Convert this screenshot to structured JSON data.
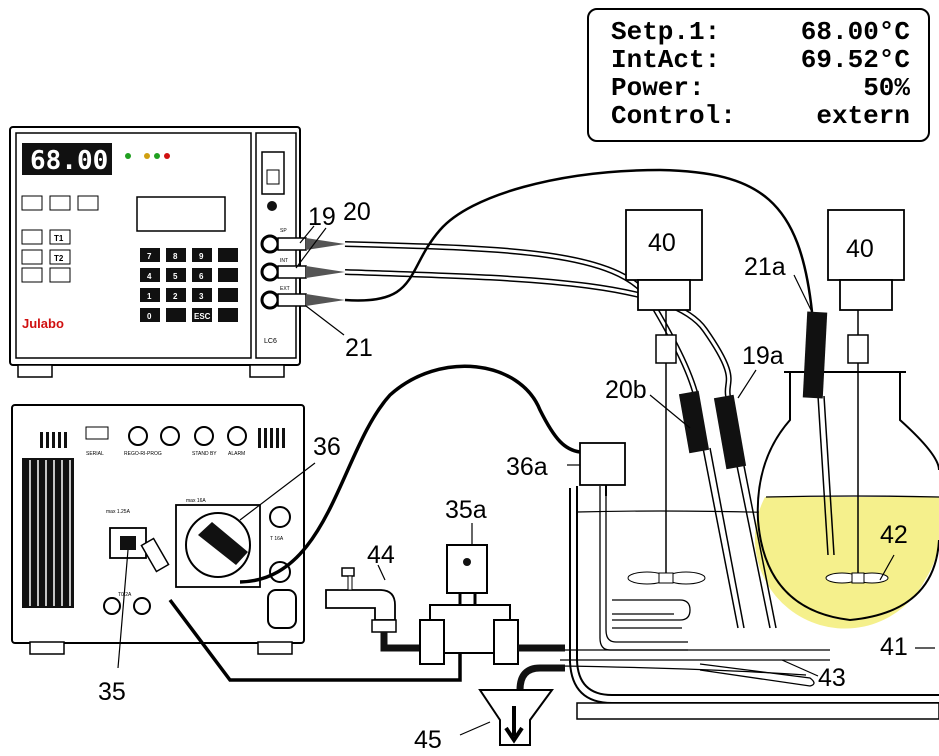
{
  "display": {
    "rows": [
      {
        "label": "Setp.1:",
        "value": "68.00°C"
      },
      {
        "label": "IntAct:",
        "value": "69.52°C"
      },
      {
        "label": "Power:",
        "value": "50%"
      },
      {
        "label": "Control:",
        "value": "extern"
      }
    ]
  },
  "controller": {
    "brand": "Julabo",
    "seg_readout": "68.00",
    "model": "LC6",
    "keys": [
      "T1",
      "T2",
      "7",
      "8",
      "9",
      "4",
      "5",
      "6",
      "1",
      "2",
      "3",
      "0",
      "ESC"
    ],
    "jack_labels": [
      "SP",
      "INT",
      "EXT"
    ]
  },
  "unit": {
    "port_labels": [
      "SERIAL",
      "REGO-RI-PROG",
      "STAND BY",
      "ALARM"
    ],
    "fuse_labels": [
      "max 1.25A",
      "max 16A",
      "T 16A",
      "T0.2A"
    ]
  },
  "callouts": {
    "c19": "19",
    "c20": "20",
    "c21": "21",
    "c40a": "40",
    "c40b": "40",
    "c21a": "21a",
    "c19a": "19a",
    "c20b": "20b",
    "c36": "36",
    "c36a": "36a",
    "c35a": "35a",
    "c44": "44",
    "c42": "42",
    "c41": "41",
    "c43": "43",
    "c35": "35",
    "c45": "45"
  },
  "colors": {
    "liquid": "#f5f08c",
    "brand_red": "#d01010",
    "panel_gray": "#e8e8e8",
    "key_black": "#111111"
  }
}
